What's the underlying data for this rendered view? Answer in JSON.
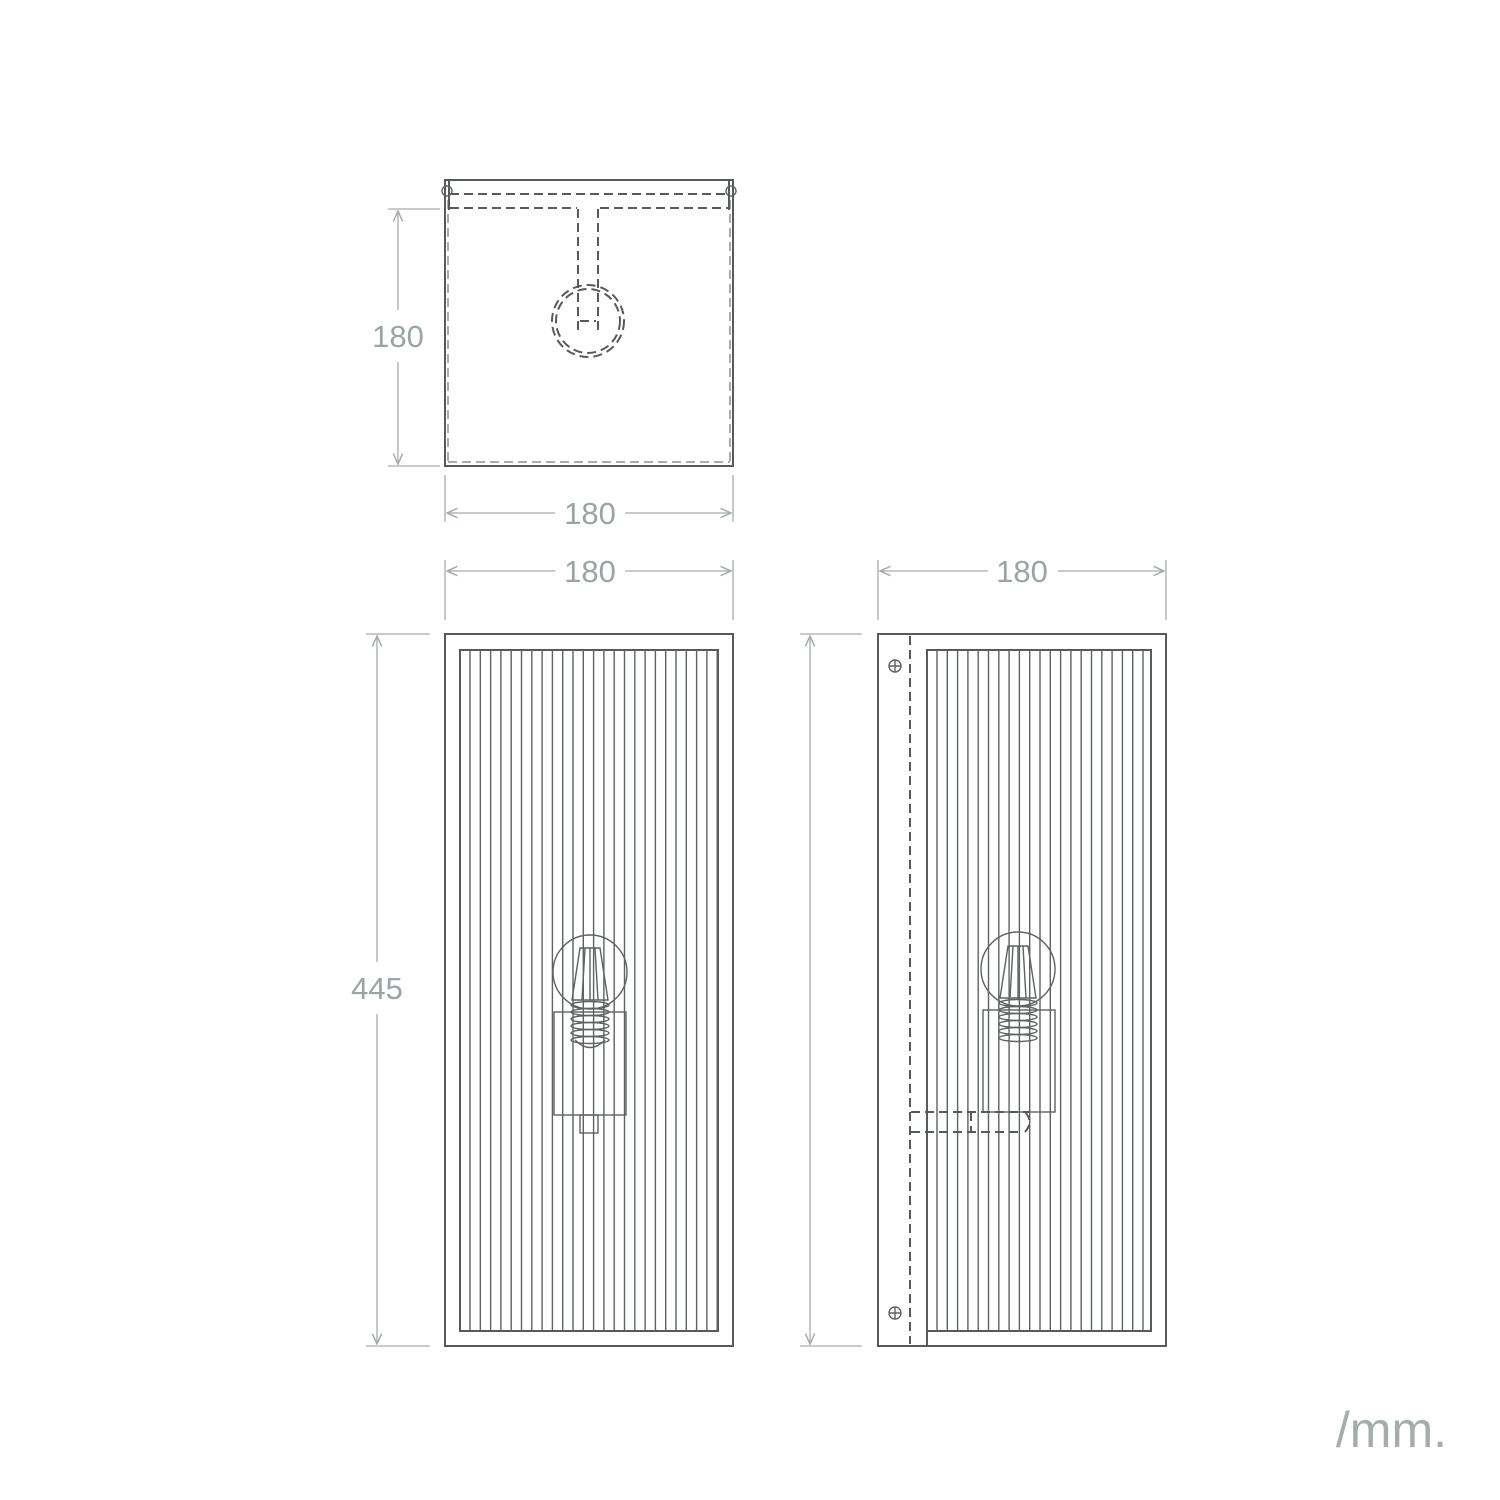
{
  "title": "Technical dimension drawing",
  "dimensions": {
    "top_view_depth": "180",
    "top_view_width": "180",
    "front_width": "180",
    "side_width": "180",
    "height": "445"
  },
  "unit_label": "/mm.",
  "colors": {
    "line": "#555a5a",
    "dimension": "#a3adab",
    "dimension_text": "#97a5a4"
  }
}
